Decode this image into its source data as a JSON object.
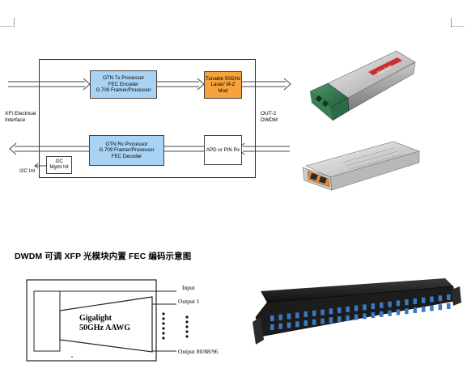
{
  "block_diagram": {
    "tx_processor": "OTN Tx Processor\nFEC Encoder\nG.709 Framer/Processor",
    "laser": "Tunable 50GHz\nLaser/ M-Z\nMod",
    "rx_processor": "OTN Rx Processor\nG.709 Framer/Processor\nFEC Decoder",
    "receiver": "APD or PIN Rx",
    "mgmt": "I2C\nMgmt Int",
    "xfi_label": "XFI Electrical\nInterface",
    "out_label": "OUT-2\nDWDM",
    "i2c_label": "I2C Int"
  },
  "caption": "DWDM 可调 XFP 光模块内置 FEC 编码示意图",
  "awg_diagram": {
    "device_name": "Gigalight",
    "device_spec": "50GHz AAWG",
    "input_label": "Input",
    "output1_label": "Output 1",
    "output_last_label": "Output 80/88/96"
  },
  "product_images": {
    "sfp_brand": "Gigalight"
  },
  "colors": {
    "blue_box": "#a9d3f5",
    "orange_box": "#f7a23a",
    "rack_body": "#1c1c1c",
    "connector": "#3a78c2"
  }
}
